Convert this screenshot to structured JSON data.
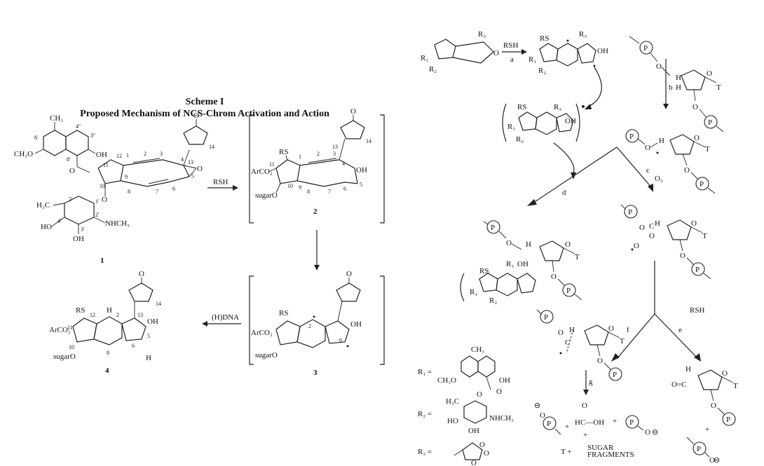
{
  "scheme": {
    "title": "Scheme I",
    "subtitle": "Proposed Mechanism of NCS-Chrom Activation and Action"
  },
  "compounds": {
    "c1": "1",
    "c2": "2",
    "c3": "3",
    "c4": "4",
    "c1_oh": "OH",
    "c1_ome": "CH₃O",
    "c1_me": "CH₃",
    "c1_nhme": "NHCH₃",
    "c1_h3c": "H₃C",
    "c1_ho": "HO",
    "c1_o": "O",
    "rs": "RS",
    "arco2": "ArCO₂",
    "sugaro": "sugarO",
    "oh": "OH",
    "h": "H",
    "o": "O",
    "num_1": "1",
    "num_2": "2",
    "num_3": "3",
    "num_4": "4",
    "num_5": "5",
    "num_6": "6",
    "num_7": "7",
    "num_8": "8",
    "num_9": "9",
    "num_10": "10",
    "num_11": "11",
    "num_12": "12",
    "num_13": "13",
    "num_14": "14",
    "num_3pp": "3''",
    "num_4pp": "4''",
    "num_6p": "6'",
    "num_8p": "8'",
    "num_1p": "1'",
    "num_2p": "2'",
    "num_3p": "3'",
    "num_4p": "4'",
    "num_5p": "5'"
  },
  "arrows_left": {
    "rsh": "RSH",
    "hdna": "(H)DNA"
  },
  "right_scheme": {
    "step_a": "a",
    "step_b": "b",
    "step_c": "c",
    "step_d": "d",
    "step_e": "e",
    "step_f": "f",
    "step_g": "g",
    "rsh": "RSH",
    "o2": "O₂",
    "r1": "R₁",
    "r2": "R₂",
    "r3": "R₃",
    "rs": "RS",
    "oh": "OH",
    "r1_eq": "R₁ =",
    "r2_eq": "R₂ =",
    "r3_eq": "R₃ =",
    "r1_ch3": "CH₃",
    "r1_ch3o": "CH₃O",
    "r1_oh": "OH",
    "r2_h3c": "H₃C",
    "r2_ho": "HO",
    "r2_oh": "OH",
    "r2_nhch3": "NHCH₃",
    "p": "P",
    "o": "O",
    "t": "T",
    "h": "H",
    "c": "C",
    "hc_oh": "HC—OH",
    "o_eq_c": "O=C",
    "plus": "+",
    "t_plus": "T  +",
    "sugar": "SUGAR",
    "fragments": "FRAGMENTS",
    "minus": "⊖"
  }
}
